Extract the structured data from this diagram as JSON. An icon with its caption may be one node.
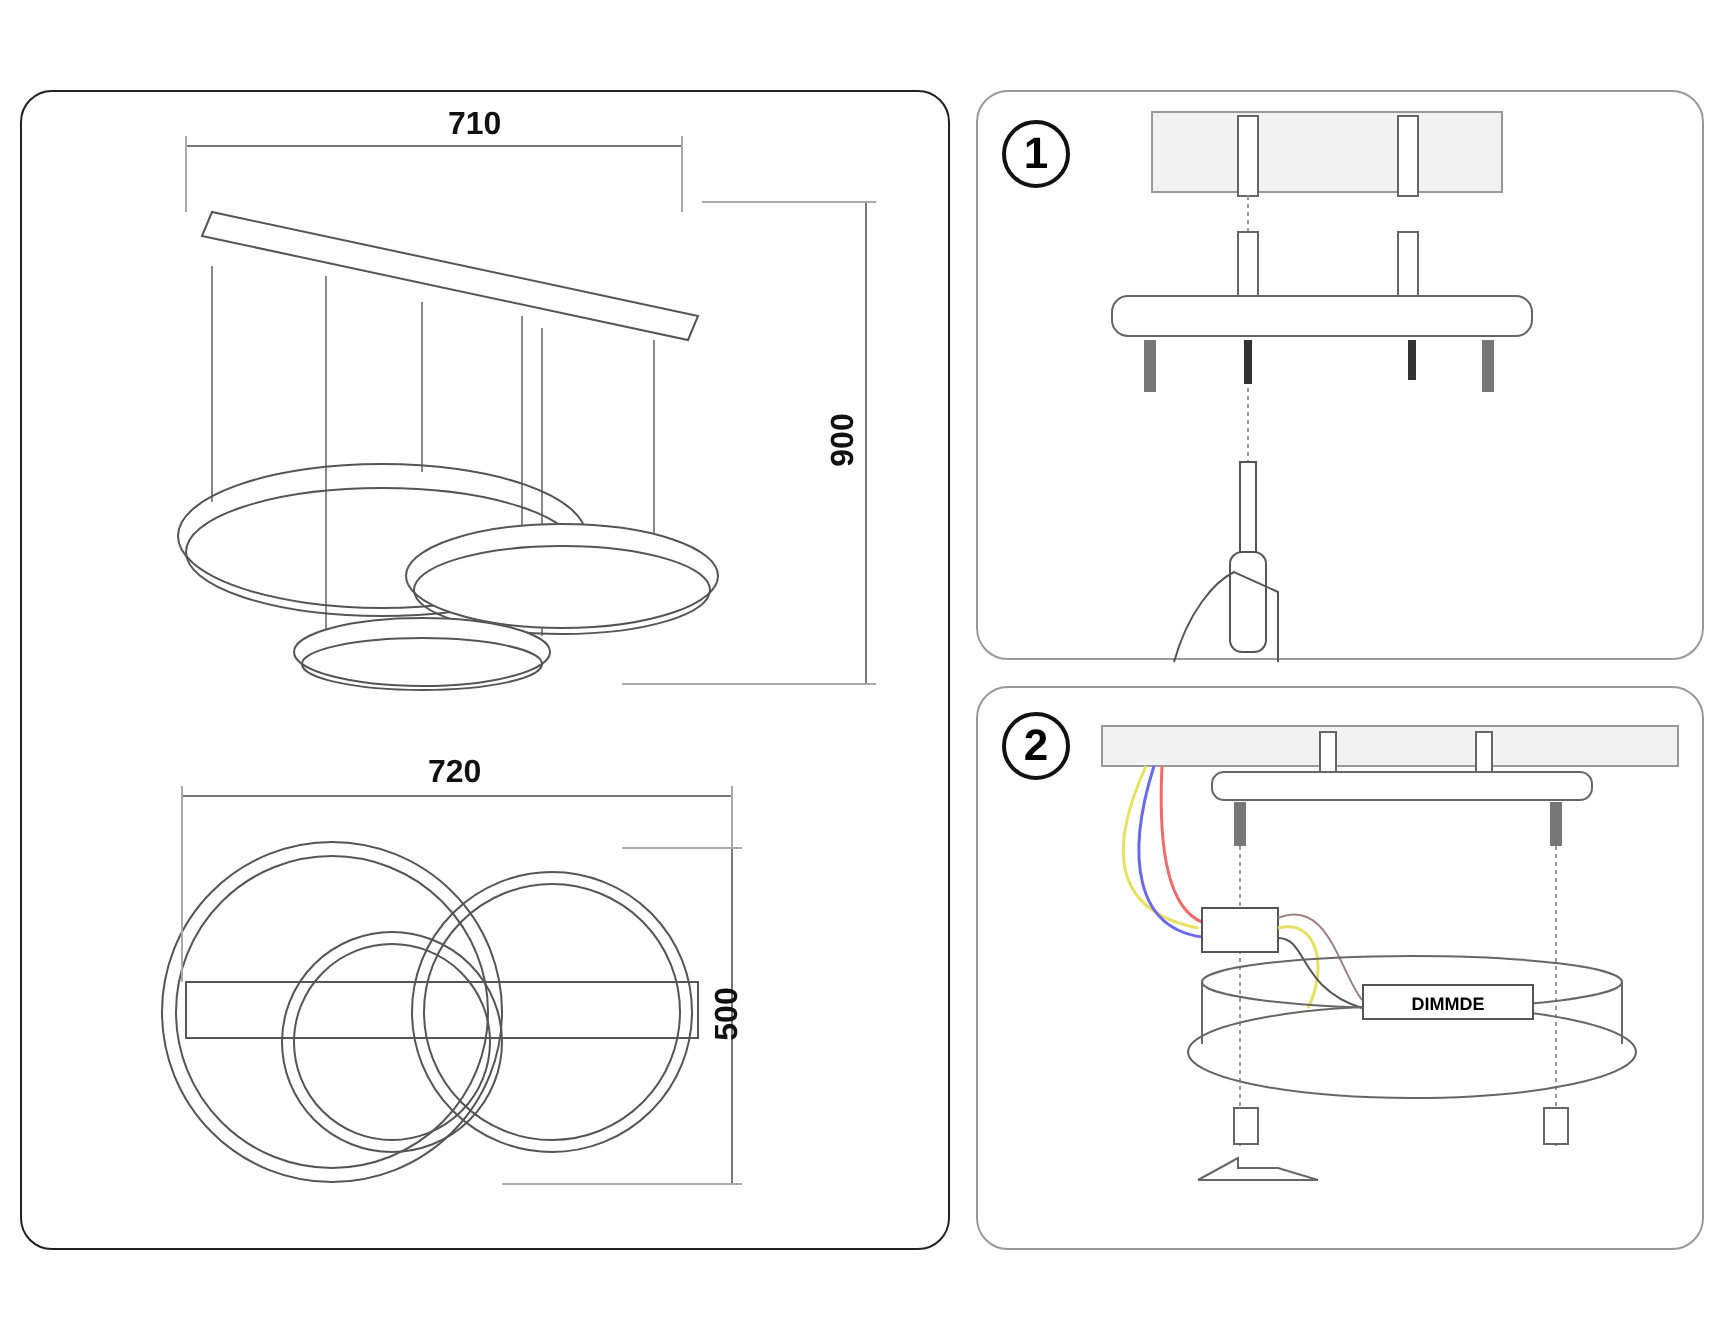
{
  "diagram": {
    "nodes": [
      {
        "text": [],
        "shape": "box"
      },
      {
        "text": [],
        "shape": "box"
      },
      {
        "text": [
          "1"
        ],
        "in": 1
      },
      {
        "text": [],
        "shape": "box"
      },
      {
        "text": [
          "2"
        ],
        "in": 3
      },
      {
        "text": [
          "DIMMDE"
        ],
        "in": 3
      }
    ],
    "edges": [],
    "labels": [
      "710",
      "900",
      "720",
      "500"
    ]
  }
}
